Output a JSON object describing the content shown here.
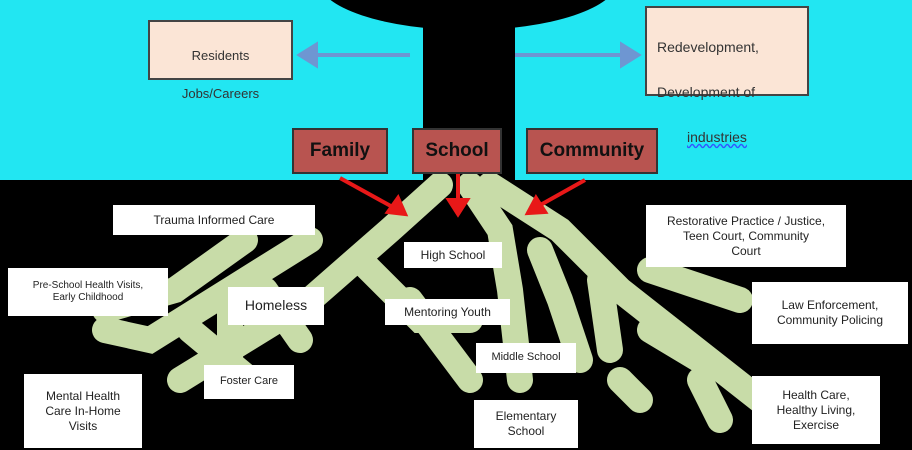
{
  "pillars": [
    "Family",
    "School",
    "Community"
  ],
  "top_left": {
    "line1": "Residents",
    "line2": "Jobs/Careers"
  },
  "top_right": {
    "line1": "Redevelopment,",
    "line2": "Development of",
    "line3": "industries"
  },
  "root_labels": {
    "trauma": "Trauma Informed Care",
    "preschool": "Pre-School Health Visits,\nEarly Childhood",
    "homeless": "Homeless",
    "high_school": "High School",
    "mentoring": "Mentoring Youth",
    "middle_school": "Middle School",
    "elementary": "Elementary\nSchool",
    "foster": "Foster Care",
    "mental_health": "Mental Health\nCare In-Home\nVisits",
    "restorative": "Restorative Practice / Justice,\nTeen Court, Community\nCourt",
    "law": "Law Enforcement,\nCommunity Policing",
    "health": "Health Care,\nHealthy Living,\nExercise"
  },
  "colors": {
    "sky": "#22e6f2",
    "root": "#c8dca8",
    "pillar": "#b85450",
    "arrow": "#e81818",
    "blue_arrow": "#6e96d2"
  }
}
